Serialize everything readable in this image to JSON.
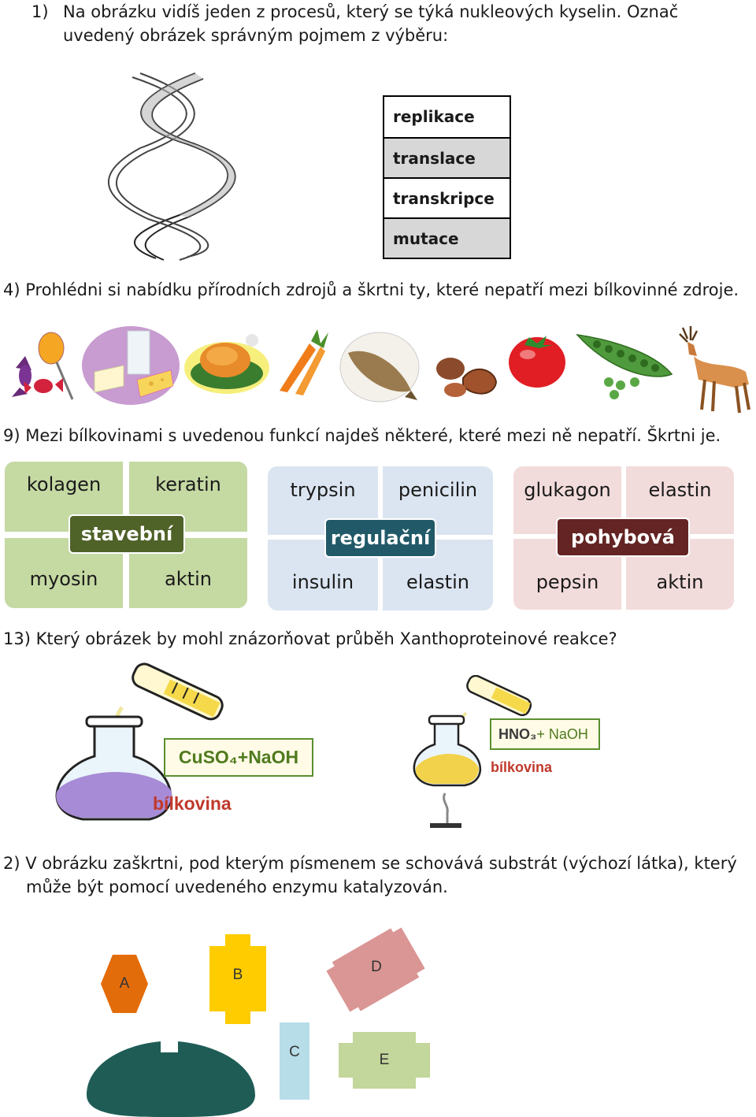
{
  "q1": {
    "number": "1)",
    "text": "Na obrázku vidíš jeden z procesů, který se týká nukleových kyselin. Označ uvedený obrázek správným pojmem z výběru:",
    "options": [
      "replikace",
      "translace",
      "transkripce",
      "mutace"
    ]
  },
  "q4": {
    "text": "4) Prohlédni si nabídku přírodních zdrojů a škrtni ty, které nepatří mezi bílkovinné zdroje.",
    "items": [
      "candy-icon",
      "dairy-icon",
      "roast-chicken-icon",
      "carrot-icon",
      "fish-icon",
      "nuts-icon",
      "tomato-icon",
      "peas-icon",
      "deer-icon"
    ]
  },
  "q9": {
    "text": "9) Mezi bílkovinami s uvedenou funkcí najdeš některé, které mezi ně nepatří. Škrtni je.",
    "groups": [
      {
        "title": "stavební",
        "items": [
          "kolagen",
          "keratin",
          "myosin",
          "aktin"
        ],
        "bg": "#c5d9a3",
        "pill": "#4f6228"
      },
      {
        "title": "regulační",
        "items": [
          "trypsin",
          "penicilin",
          "insulin",
          "elastin"
        ],
        "bg": "#dbe5f1",
        "pill": "#215968"
      },
      {
        "title": "pohybová",
        "items": [
          "glukagon",
          "elastin",
          "pepsin",
          "aktin"
        ],
        "bg": "#f2dcdb",
        "pill": "#632423"
      }
    ]
  },
  "q13": {
    "text": "13) Který obrázek by mohl znázorňovat průběh Xanthoproteinové reakce?",
    "left_reagent": "CuSO₄+NaOH",
    "left_protein": "bílkovina",
    "right_reagent_a": "HNO₃",
    "right_reagent_b": "+ NaOH",
    "right_protein": "bílkovina",
    "colors": {
      "purple": "#a78bd6",
      "yellow": "#f2d24a"
    }
  },
  "q2": {
    "text": "2) V obrázku zaškrtni, pod kterým písmenem se schovává substrát (výchozí látka), který může být pomocí uvedeného enzymu katalyzován.",
    "letters": [
      "A",
      "B",
      "C",
      "D",
      "E"
    ],
    "colors": {
      "A": "#e36c0a",
      "B": "#ffcc00",
      "C": "#b7dde8",
      "D": "#d99694",
      "E": "#c3d69b",
      "enzyme": "#1f5c56"
    }
  }
}
